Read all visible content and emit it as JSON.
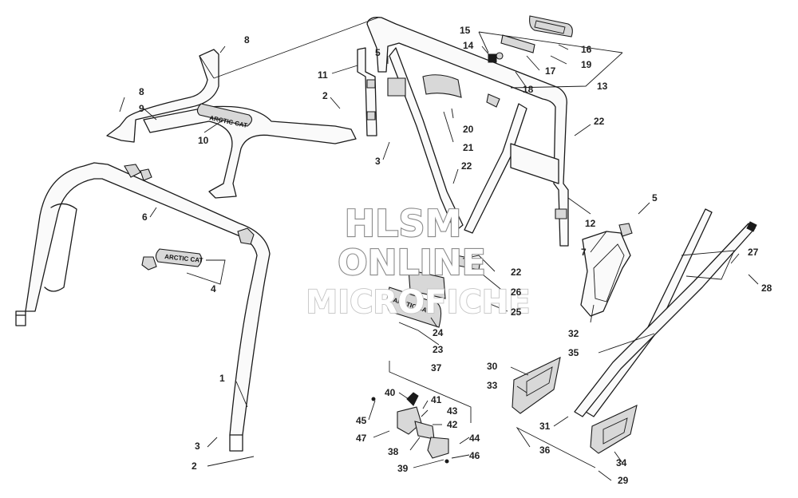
{
  "watermark": {
    "line1": "HLSM",
    "line2": "ONLINE",
    "line3": "MICROFICHE"
  },
  "decals": {
    "mirror_brand": "ARCTIC CAT",
    "lightbar_brand": "ARCTIC CAT",
    "taillight_brand": "ARCTIC CAT"
  },
  "callouts": {
    "c1": "1",
    "c2a": "2",
    "c2b": "2",
    "c3a": "3",
    "c3b": "3",
    "c4": "4",
    "c5a": "5",
    "c5b": "5",
    "c6": "6",
    "c7": "7",
    "c8a": "8",
    "c8b": "8",
    "c9": "9",
    "c10": "10",
    "c11": "11",
    "c12": "12",
    "c13": "13",
    "c14": "14",
    "c15": "15",
    "c16": "16",
    "c17": "17",
    "c18": "18",
    "c19": "19",
    "c20": "20",
    "c21": "21",
    "c22a": "22",
    "c22b": "22",
    "c22c": "22",
    "c23": "23",
    "c24": "24",
    "c25": "25",
    "c26": "26",
    "c27": "27",
    "c28": "28",
    "c29": "29",
    "c30": "30",
    "c31": "31",
    "c32": "32",
    "c33": "33",
    "c34": "34",
    "c35": "35",
    "c36": "36",
    "c37": "37",
    "c38": "38",
    "c39": "39",
    "c40": "40",
    "c41": "41",
    "c42": "42",
    "c43": "43",
    "c44": "44",
    "c45": "45",
    "c46": "46",
    "c47": "47"
  }
}
